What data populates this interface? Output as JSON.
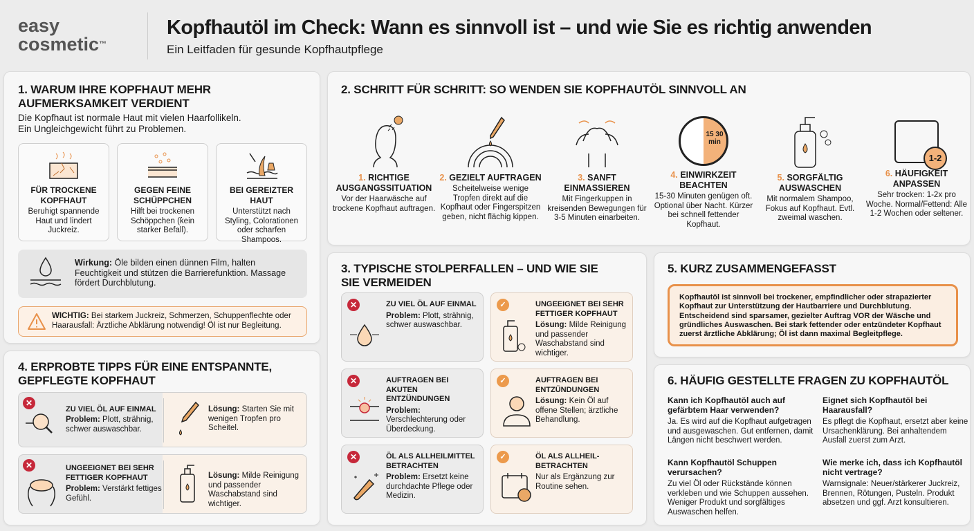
{
  "brand": {
    "line1": "easy",
    "line2": "cosmetic",
    "tm": "™"
  },
  "header": {
    "title": "Kopfhautöl im Check: Wann es sinnvoll ist – und wie Sie es richtig anwenden",
    "subtitle": "Ein Leitfaden für gesunde Kopfhautpflege"
  },
  "colors": {
    "accent": "#e8914a",
    "problem": "#c6283a",
    "panel": "#f7f7f7",
    "solution_bg": "#faf1e8"
  },
  "s1": {
    "title": "1. Warum Ihre Kopfhaut mehr Aufmerksamkeit verdient",
    "intro1": "Die Kopfhaut ist normale Haut mit vielen Haarfollikeln.",
    "intro2": "Ein Ungleichgewicht führt zu Problemen.",
    "cards": [
      {
        "icon": "dry-skin-icon",
        "title": "Für trockene Kopfhaut",
        "text": "Beruhigt spannende Haut und lindert Juckreiz."
      },
      {
        "icon": "flakes-icon",
        "title": "Gegen feine Schüppchen",
        "text": "Hilft bei trockenen Schöppchen (ƙein starker Befall)."
      },
      {
        "icon": "irritated-skin-icon",
        "title": "Bei gereizter Haut",
        "text": "Unterstützt nach Styling, Colorationen oder scharfen Shampoos."
      }
    ],
    "effect_label": "Wirkung:",
    "effect_text": "Öle bilden einen dünnen Film, halten Feuchtigkeit und stützen die Barrierefunktion. Massage fördert Durchblutung.",
    "warn_label": "WICHTIG:",
    "warn_text": "Bei starkem Juckreiz, Schmerzen, Schuppenflechte oder Haarausfall: Ärztliche Abklärung notwendig! Öl ist nur Begleitung."
  },
  "s2": {
    "title": "2. Schritt für Schritt: So wenden Sie Kopfhautöl sinnvoll an",
    "steps": [
      {
        "num": "1.",
        "title": "Richtige Ausgangssituation",
        "text": "Vor der Haarwäsche auf trockene Kopfhaut auftragen.",
        "icon": "shower-head-icon"
      },
      {
        "num": "2.",
        "title": "Gezielt auftragen",
        "text": "Scheitelweise wenige Tropfen direkt auf die Kopfhaut oder Fingerspitzen geben, nicht flächig kippen.",
        "icon": "dropper-icon"
      },
      {
        "num": "3.",
        "title": "Sanft einmassieren",
        "text": "Mit Fingerkuppen in kreisenden Bewegungen für 3-5 Minuten einarbeiten.",
        "icon": "massage-hands-icon"
      },
      {
        "num": "4.",
        "title": "Einwirkzeit beachten",
        "text": "15-30 Minuten genügen oft. Optional über Nacht. Kürzer bei schnell fettender Kopfhaut.",
        "icon": "timer-icon",
        "timer_label": "15 30 min"
      },
      {
        "num": "5.",
        "title": "Sorgfältig auswaschen",
        "text": "Mit normalem Shampoo, Fokus auf Kopfhaut. Evtl. zweimal waschen.",
        "icon": "shampoo-bottle-icon"
      },
      {
        "num": "6.",
        "title": "Häufigkeit anpassen",
        "text": "Sehr trocken: 1-2x pro Woche. Normal/Fettend: Alle 1-2 Wochen oder seltener.",
        "icon": "calendar-icon",
        "badge": "1-2"
      }
    ]
  },
  "s3": {
    "title": "3. Typische Stolperfallen – und wie Sie sie vermeiden",
    "problems": [
      {
        "title": "Zu viel Öl auf einmal",
        "label": "Problem:",
        "text": "Plott, strähnig, schwer auswaschbar."
      },
      {
        "title": "Auftragen bei akuten Entzündungen",
        "label": "Problem:",
        "text": "Verschlechterung oder Überdeckung."
      },
      {
        "title": "Öl als Allheilmittel betrachten",
        "label": "Problem:",
        "text": "Ersetzt keine durchdachte Pflege oder Medizin."
      }
    ],
    "solutions": [
      {
        "title": "Ungeeignet bei sehr fettiger Kopfhaut",
        "label": "Lösung:",
        "text": "Milde Reinigung und passender Waschabstand sind wichtiger."
      },
      {
        "title": "Auftragen bei Entzündungen",
        "label": "Lösung:",
        "text": "Kein Öl auf offene Stellen; ärztliche Behandlung."
      },
      {
        "title": "Öl als Allheil-betrachten",
        "label": "",
        "text": "Nur als Ergänzung zur Routine sehen."
      }
    ]
  },
  "s4": {
    "title": "4. Erprobte Tipps für eine entspannte, gepflegte Kopfhaut",
    "rows": [
      {
        "p_title": "Zu viel Öl auf einmal",
        "p_label": "Problem:",
        "p_text": "Plott, strähnig, schwer auswaschbar.",
        "s_label": "Lösung:",
        "s_text": "Starten Sie mit wenigen Tropfen pro Scheitel."
      },
      {
        "p_title": "Ungeeignet bei sehr fettiger Kopfhaut",
        "p_label": "Problem:",
        "p_text": "Verstärkt fettiges Gefühl.",
        "s_label": "Lösung:",
        "s_text": "Milde Reinigung und passender Waschabstand sind wichtiger."
      }
    ]
  },
  "s5": {
    "title": "5. Kurz zusammengefasst",
    "text": "Kopfhautöl ist sinnvoll bei trockener, empfindlicher oder strapazierter Kopfhaut zur Unterstützung der Hautbarriere und Durchblutung. Entscheidend sind sparsamer, gezielter Auftrag VOR der Wäsche und gründliches Auswaschen. Bei stark fettender oder entzündeter Kopfhaut zuerst ärztliche Abklärung; Öl ist dann maximal Begleitpflege."
  },
  "s6": {
    "title": "6. Häufig gestellte Fragen zu Kopfhautöl",
    "faqs": [
      {
        "q": "Kann ich Kopfhautöl auch auf gefärbtem Haar verwenden?",
        "a": "Ja. Es wird auf die Kopfhaut aufgetragen und ausgewaschen. Gut entfernen, damit Längen nicht beschwert werden."
      },
      {
        "q": "Eignet sich Kopfhautöl bei Haarausfall?",
        "a": "Es pflegt die Kopfhaut, ersetzt aber keine Ursachenklärung. Bei anhaltendem Ausfall zuerst zum Arzt."
      },
      {
        "q": "Kann Kopfhautöl Schuppen verursachen?",
        "a": "Zu viel Öl oder Rückstände können verkleben und wie Schuppen aussehen. Weniger Produkt und sorgfältiges Auswaschen helfen."
      },
      {
        "q": "Wie merke ich, dass ich Kopfhautöl nicht vertrage?",
        "a": "Warnsignale: Neuer/stärkerer Juckreiz, Brennen, Rötungen, Pusteln. Produkt absetzen und ggf. Arzt konsultieren."
      }
    ]
  }
}
